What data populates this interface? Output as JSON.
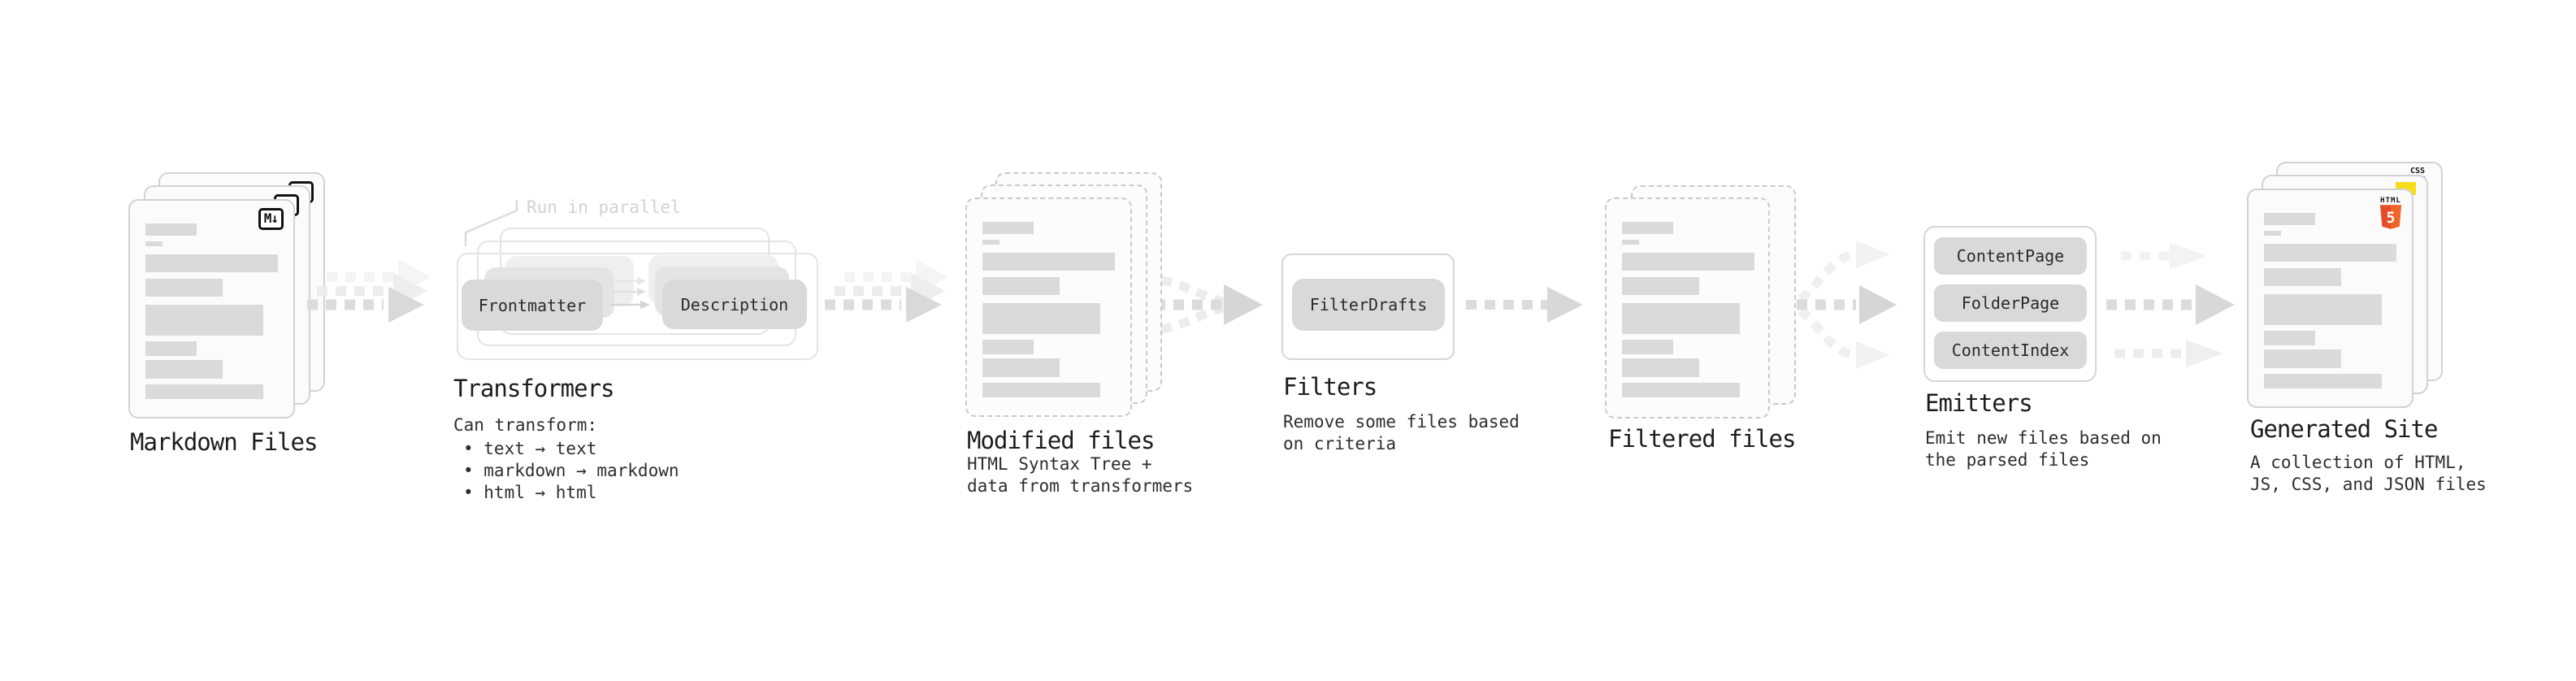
{
  "pipeline": {
    "markdown_files": {
      "label": "Markdown Files",
      "badge": "M↓"
    },
    "transformers": {
      "label": "Transformers",
      "parallel_note": "Run in parallel",
      "input_pill": "Frontmatter",
      "output_pill": "Description",
      "description": "Can transform:",
      "bullets": [
        "• text → text",
        "• markdown → markdown",
        "• html → html"
      ]
    },
    "modified_files": {
      "label": "Modified files",
      "description_line1": "HTML Syntax Tree +",
      "description_line2": "data from transformers"
    },
    "filters": {
      "label": "Filters",
      "pill": "FilterDrafts",
      "description_line1": "Remove some files based",
      "description_line2": "on criteria"
    },
    "filtered_files": {
      "label": "Filtered files"
    },
    "emitters": {
      "label": "Emitters",
      "pills": [
        "ContentPage",
        "FolderPage",
        "ContentIndex"
      ],
      "description_line1": "Emit new files based on",
      "description_line2": "the parsed files"
    },
    "generated_site": {
      "label": "Generated Site",
      "css_badge": "CSS",
      "html_badge_word": "HTML",
      "html_badge_number": "5",
      "description_line1": "A collection of HTML,",
      "description_line2": "JS, CSS, and JSON files"
    },
    "colors": {
      "background": "#ffffff",
      "card_border": "#d2d2d2",
      "dashed_border": "#c9c9c9",
      "skeleton": "#dadada",
      "pill_fill": "#d9d9d9",
      "arrow": "#d9d9d9",
      "note_gray": "#d2d2d2",
      "html5_orange": "#e44d26",
      "html5_orange_light": "#f16529",
      "js_yellow": "#f5de19",
      "css_blue": "#2965f1",
      "text_dark": "#1d1d1d"
    }
  }
}
